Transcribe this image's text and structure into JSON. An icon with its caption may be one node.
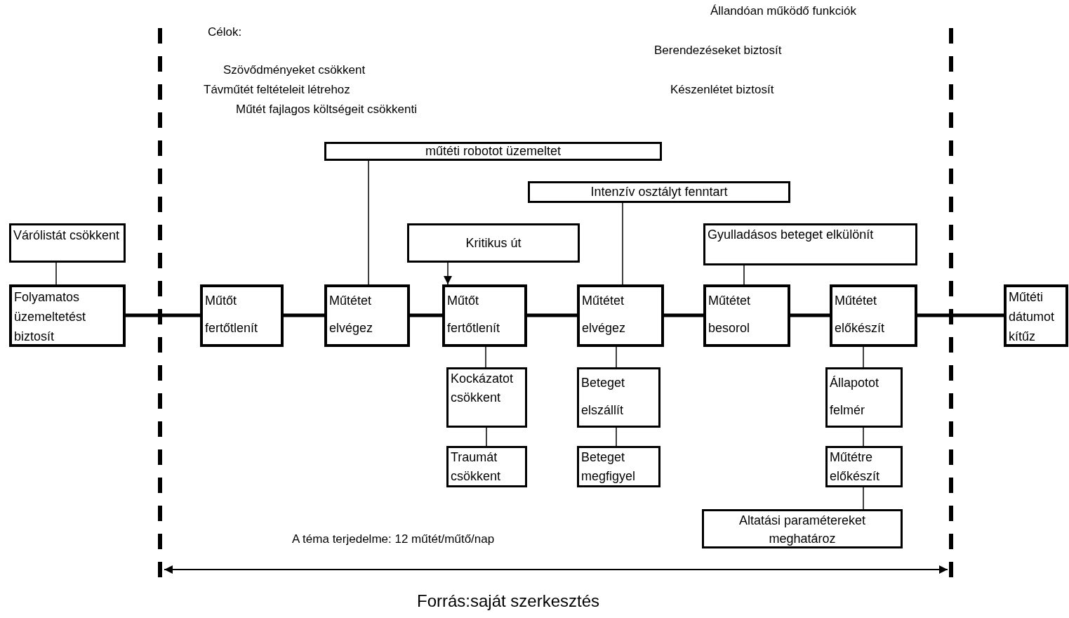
{
  "diagram": {
    "caption": "Forrás:saját szerkesztés",
    "nodes": [
      {
        "text": [
          "Várólistát csökkent"
        ]
      },
      {
        "text": [
          "Folyamatos üzemeltetést biztosít"
        ]
      },
      {
        "text": [
          "Műtőt fertőtlenít"
        ]
      },
      {
        "text": [
          "műtéti robotot üzemeltet"
        ]
      },
      {
        "text": [
          "Műtétet elvégez"
        ]
      },
      {
        "text": [
          "Kritikus út"
        ]
      },
      {
        "text": [
          "Műtőt fertőtlenít"
        ]
      },
      {
        "text": [
          "Intenzív osztályt fenntart"
        ]
      },
      {
        "text": [
          "Műtétet elvégez"
        ]
      },
      {
        "text": [
          "Gyulladásos beteget elkülönít"
        ]
      },
      {
        "text": [
          "Műtétet besorol"
        ]
      },
      {
        "text": [
          "Műtétet előkészít"
        ]
      },
      {
        "text": [
          "Műtéti dátumot kítűz"
        ]
      },
      {
        "text": [
          "Kockázatot csökkent"
        ]
      },
      {
        "text": [
          "Traumát csökkent"
        ]
      },
      {
        "text": [
          "Beteget elszállít"
        ]
      },
      {
        "text": [
          "Beteget megfigyel"
        ]
      },
      {
        "text": [
          "Állapotot felmér"
        ]
      },
      {
        "text": [
          "Műtétre előkészít"
        ]
      },
      {
        "text": [
          "Altatási paramétereket meghatároz"
        ]
      }
    ],
    "edges": [
      {
        "from": 1,
        "to": 2,
        "arrow": "none",
        "style": "thick"
      },
      {
        "from": 2,
        "to": 4,
        "arrow": "none",
        "style": "thick"
      },
      {
        "from": 4,
        "to": 6,
        "arrow": "none",
        "style": "thick"
      },
      {
        "from": 6,
        "to": 8,
        "arrow": "none",
        "style": "thick"
      },
      {
        "from": 8,
        "to": 10,
        "arrow": "none",
        "style": "thick"
      },
      {
        "from": 10,
        "to": 11,
        "arrow": "none",
        "style": "thick"
      },
      {
        "from": 11,
        "to": 12,
        "arrow": "none",
        "style": "thick"
      },
      {
        "from": 0,
        "to": 1,
        "arrow": "none"
      },
      {
        "from": 3,
        "to": 4,
        "arrow": "none"
      },
      {
        "from": 5,
        "to": 6,
        "arrow": "to"
      },
      {
        "from": 7,
        "to": 8,
        "arrow": "none"
      },
      {
        "from": 9,
        "to": 10,
        "arrow": "none"
      },
      {
        "from": 6,
        "to": 13,
        "arrow": "none"
      },
      {
        "from": 13,
        "to": 14,
        "arrow": "none"
      },
      {
        "from": 8,
        "to": 15,
        "arrow": "none"
      },
      {
        "from": 15,
        "to": 16,
        "arrow": "none"
      },
      {
        "from": 11,
        "to": 17,
        "arrow": "none"
      },
      {
        "from": 17,
        "to": 18,
        "arrow": "none"
      },
      {
        "from": 18,
        "to": 19,
        "arrow": "none"
      }
    ],
    "labels": [
      "Célok:",
      "Szövődményeket csökkent",
      "Távműtét feltételeit létrehoz",
      "Műtét fajlagos költségeit csökkenti",
      "Állandóan működő funkciók",
      "Berendezéseket biztosít",
      "Készenlétet biztosít",
      "A téma terjedelme: 12 műtét/műtő/nap"
    ]
  }
}
